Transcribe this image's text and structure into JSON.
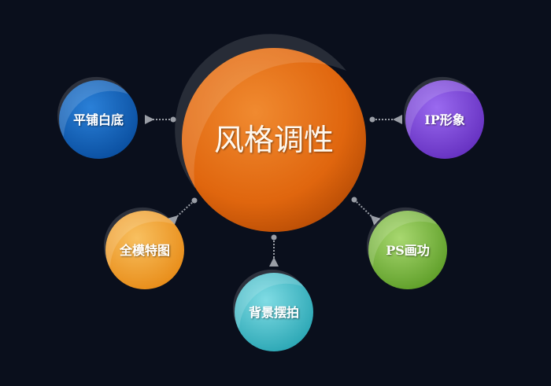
{
  "center": {
    "label": "风格调性",
    "color": "#e0660e"
  },
  "nodes": [
    {
      "id": "tile-white",
      "label": "平铺白底",
      "color": "#0d5fb8"
    },
    {
      "id": "ip-image",
      "label": "IP形象",
      "color": "#7a3fd6"
    },
    {
      "id": "full-model",
      "label": "全模特图",
      "color": "#f0a02a"
    },
    {
      "id": "background-shot",
      "label": "背景摆拍",
      "color": "#3bb8c4"
    },
    {
      "id": "ps-painting",
      "label": "PS画功",
      "color": "#78b83a"
    }
  ],
  "background": "#0a0f1c",
  "connector_color": "#9a9ea6"
}
